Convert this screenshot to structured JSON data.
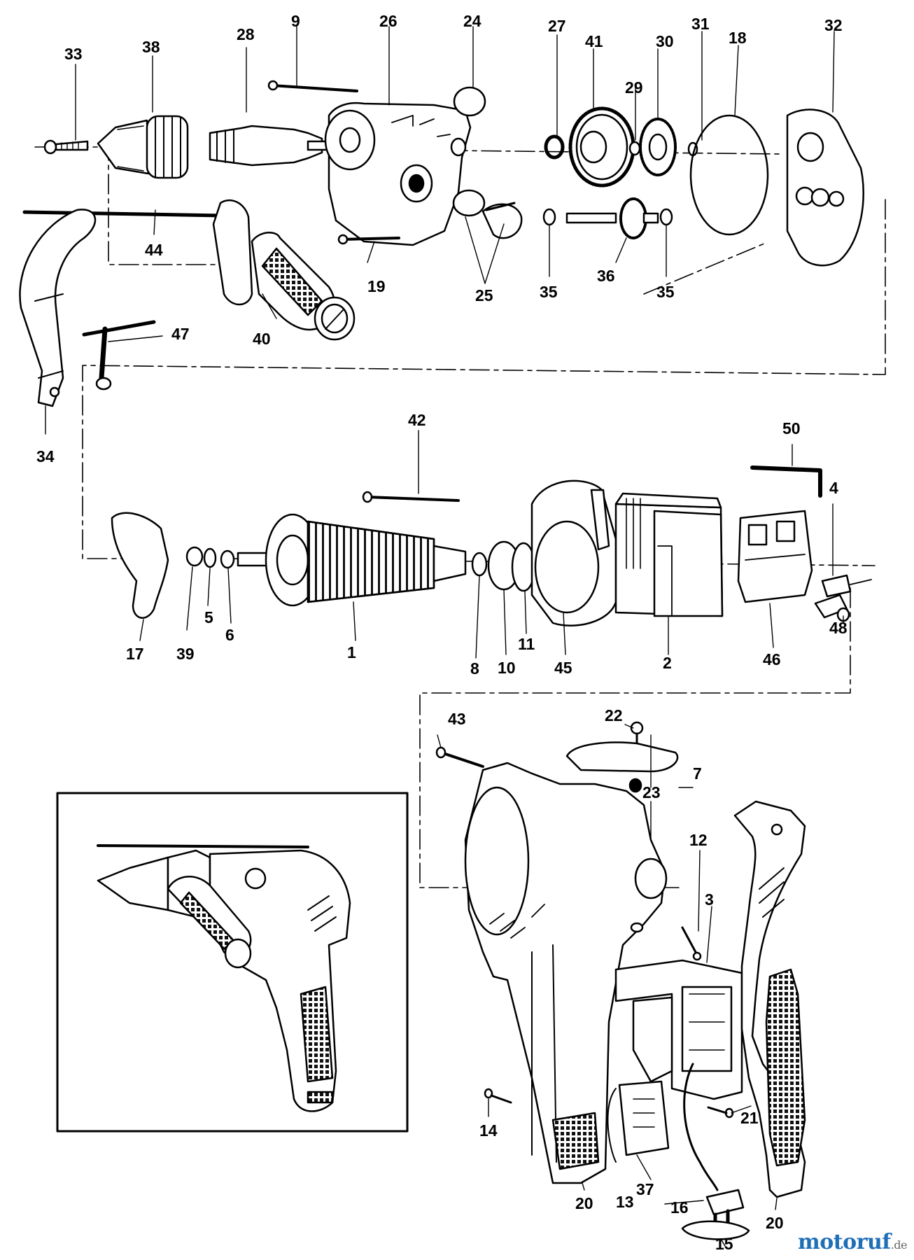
{
  "callouts": [
    "1",
    "2",
    "3",
    "4",
    "5",
    "6",
    "7",
    "8",
    "9",
    "10",
    "11",
    "12",
    "13",
    "14",
    "15",
    "16",
    "17",
    "18",
    "19",
    "20",
    "21",
    "22",
    "23",
    "24",
    "25",
    "26",
    "27",
    "28",
    "29",
    "30",
    "31",
    "32",
    "33",
    "34",
    "35",
    "36",
    "37",
    "38",
    "39",
    "40",
    "41",
    "42",
    "43",
    "44",
    "45",
    "46",
    "47",
    "48",
    "50"
  ],
  "watermark": {
    "name": "motoruf",
    "tld": ".de"
  },
  "colors": {
    "ink": "#000000",
    "paper": "#ffffff",
    "watermark": "#1f6fb8"
  }
}
